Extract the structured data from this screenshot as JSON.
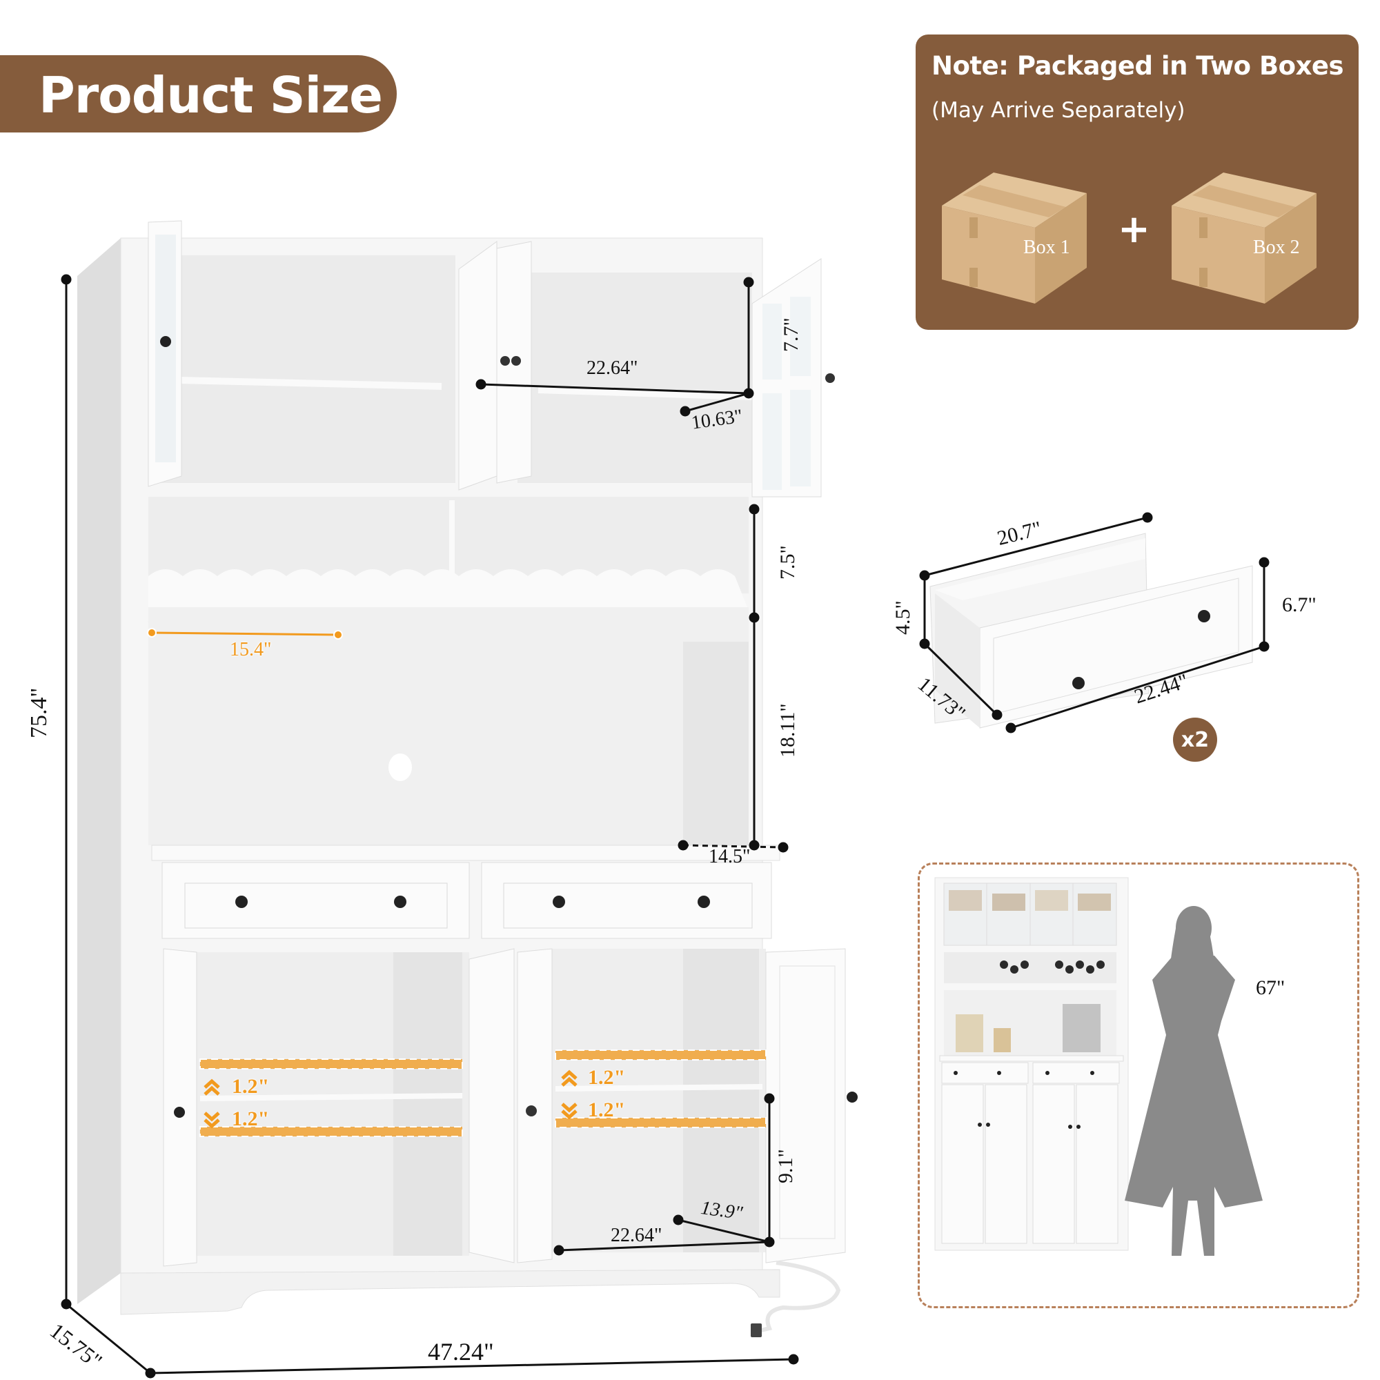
{
  "header": {
    "title": "Product Size"
  },
  "package_note": {
    "title": "Note: Packaged in Two Boxes",
    "subtitle": "(May Arrive Separately)",
    "boxes": [
      {
        "label": "Box 1"
      },
      {
        "label": "Box 2"
      }
    ],
    "separator": "+"
  },
  "cabinet_dimensions": {
    "overall_height": "75.4\"",
    "overall_width": "47.24\"",
    "overall_depth": "15.75\"",
    "upper_cabinet_width": "22.64\"",
    "upper_cabinet_depth": "10.63\"",
    "upper_shelf_height": "7.7\"",
    "wine_rack_height": "7.5\"",
    "open_shelf_height": "18.11\"",
    "countertop_depth": "14.5\"",
    "glass_rack_length": "15.4\"",
    "lower_shelf_adjust_up": "1.2\"",
    "lower_shelf_adjust_down": "1.2\"",
    "lower_cabinet_height": "9.1\"",
    "lower_cabinet_width": "22.64\"",
    "lower_cabinet_depth": "13.9\""
  },
  "drawer": {
    "inner_length": "20.7\"",
    "inner_height": "4.5\"",
    "depth": "11.73\"",
    "front_length": "22.44\"",
    "front_height": "6.7\"",
    "quantity": "x2"
  },
  "height_comparison": {
    "person_height": "67\""
  },
  "colors": {
    "brand_brown": "#855c3c",
    "accent_orange": "#f29a1e",
    "cabinet_white": "#f4f4f4",
    "silhouette_gray": "#8a8a8a"
  }
}
